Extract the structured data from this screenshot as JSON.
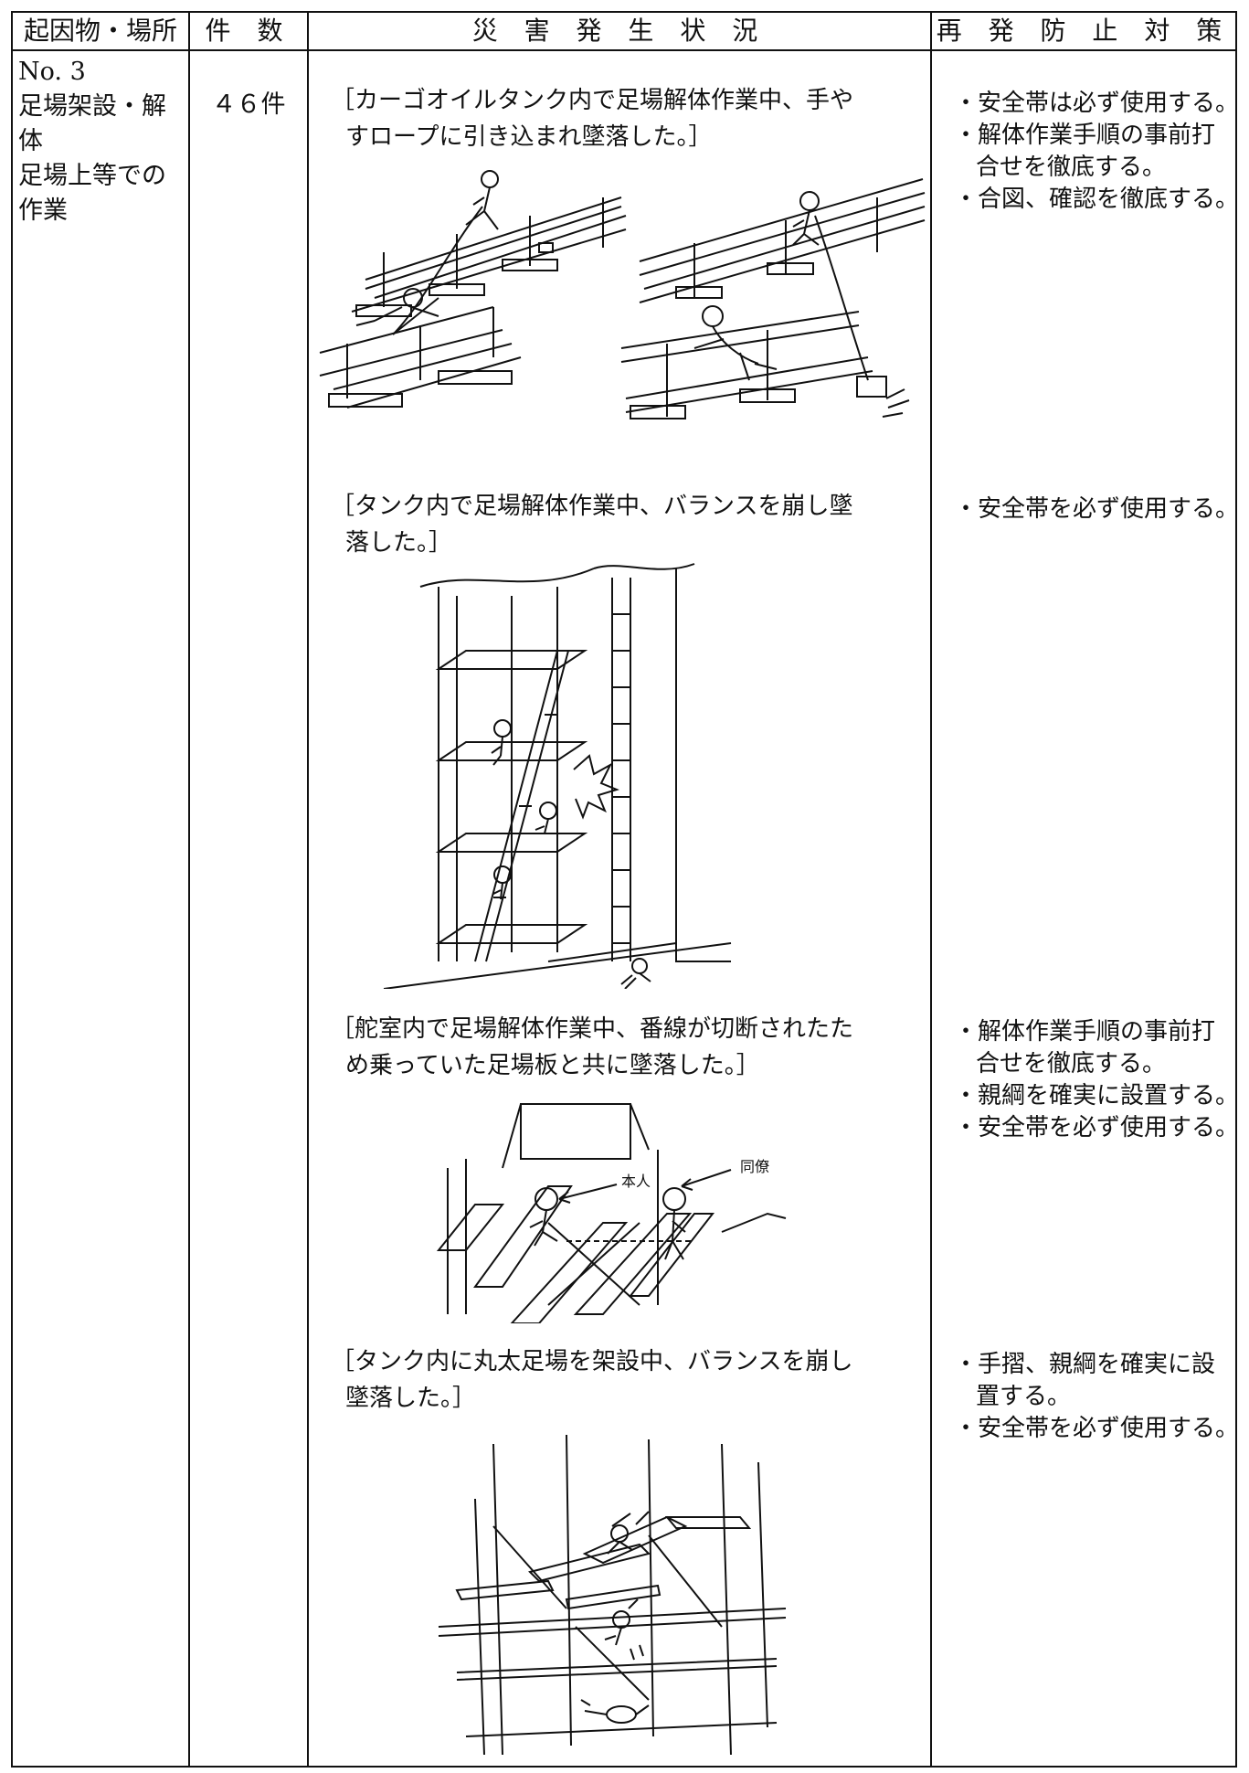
{
  "header": {
    "col_cause": "起因物・場所",
    "col_count": "件 数",
    "col_situation": "災 害 発 生 状 況",
    "col_measures": "再 発 防 止 対 策"
  },
  "row": {
    "cause_lines": [
      "No. 3",
      "足場架設・解",
      "体",
      "足場上等での",
      "作業"
    ],
    "count": "４６件"
  },
  "cases": [
    {
      "text_lines": [
        "［カーゴオイルタンク内で足場解体作業中、手や",
        "すロープに引き込まれ墜落した。］"
      ],
      "measures": [
        {
          "bullet": "・",
          "text": "安全帯は必ず使用する。"
        },
        {
          "bullet": "・",
          "text": "解体作業手順の事前打"
        },
        {
          "bullet": "",
          "text": "合せを徹底する。"
        },
        {
          "bullet": "・",
          "text": "合図、確認を徹底する。"
        }
      ]
    },
    {
      "text_lines": [
        "［タンク内で足場解体作業中、バランスを崩し墜",
        "落した。］"
      ],
      "measures": [
        {
          "bullet": "・",
          "text": "安全帯を必ず使用する。"
        }
      ]
    },
    {
      "text_lines": [
        "［舵室内で足場解体作業中、番線が切断されたた",
        "め乗っていた足場板と共に墜落した。］"
      ],
      "figure_labels": {
        "self": "本人",
        "coworker": "同僚"
      },
      "measures": [
        {
          "bullet": "・",
          "text": "解体作業手順の事前打"
        },
        {
          "bullet": "",
          "text": "合せを徹底する。"
        },
        {
          "bullet": "・",
          "text": "親綱を確実に設置する。"
        },
        {
          "bullet": "・",
          "text": "安全帯を必ず使用する。"
        }
      ]
    },
    {
      "text_lines": [
        "［タンク内に丸太足場を架設中、バランスを崩し",
        "墜落した。］"
      ],
      "measures": [
        {
          "bullet": "・",
          "text": "手摺、親綱を確実に設"
        },
        {
          "bullet": "",
          "text": "置する。"
        },
        {
          "bullet": "・",
          "text": "安全帯を必ず使用する。"
        }
      ]
    }
  ]
}
